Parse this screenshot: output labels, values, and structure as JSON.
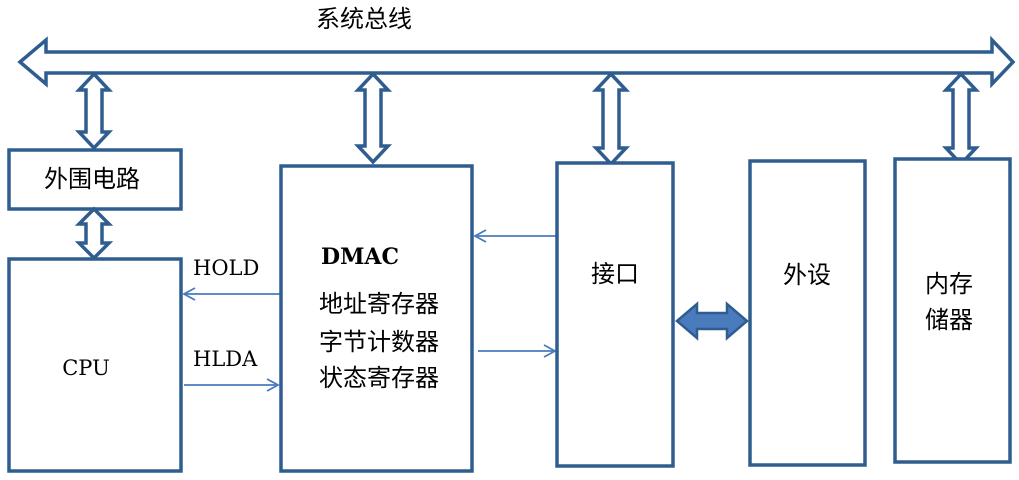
{
  "diagram": {
    "bus_title": "系统总线",
    "blocks": {
      "peripheral_circuit": "外围电路",
      "cpu": "CPU",
      "dmac_title": "DMAC",
      "dmac_lines": [
        "地址寄存器",
        "字节计数器",
        "状态寄存器"
      ],
      "interface": "接口",
      "peripheral_device": "外设",
      "memory_lines": [
        "内存",
        "储器"
      ]
    },
    "signals": {
      "hold": "HOLD",
      "hlda": "HLDA"
    },
    "colors": {
      "outline": "#2f5d8f",
      "arrow_fill": "#4a7bbd",
      "text": "#000000",
      "background": "#ffffff"
    }
  }
}
